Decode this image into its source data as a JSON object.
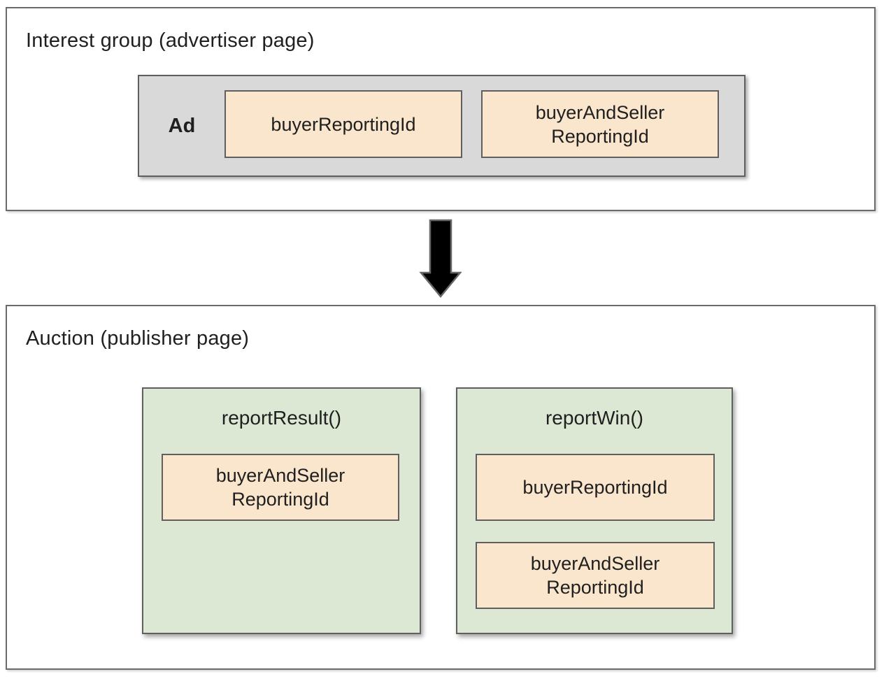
{
  "interest_group": {
    "title": "Interest group (advertiser page)",
    "ad_label": "Ad",
    "fields": {
      "buyer_reporting_id": "buyerReportingId",
      "buyer_and_seller_reporting_id": "buyerAndSeller\nReportingId"
    }
  },
  "arrow": {
    "name": "flow-down-arrow",
    "direction": "down"
  },
  "auction": {
    "title": "Auction (publisher page)",
    "report_result": {
      "name": "reportResult()",
      "fields": {
        "buyer_and_seller_reporting_id": "buyerAndSeller\nReportingId"
      }
    },
    "report_win": {
      "name": "reportWin()",
      "fields": {
        "buyer_reporting_id": "buyerReportingId",
        "buyer_and_seller_reporting_id": "buyerAndSeller\nReportingId"
      }
    }
  },
  "colors": {
    "field_fill": "#f9e6cd",
    "function_fill": "#dce8d4",
    "ad_fill": "#d9d9d9",
    "border": "#5f5f5f",
    "outer_border": "#6b6b6b",
    "arrow_fill": "#000000",
    "text": "#1f1f1f"
  }
}
